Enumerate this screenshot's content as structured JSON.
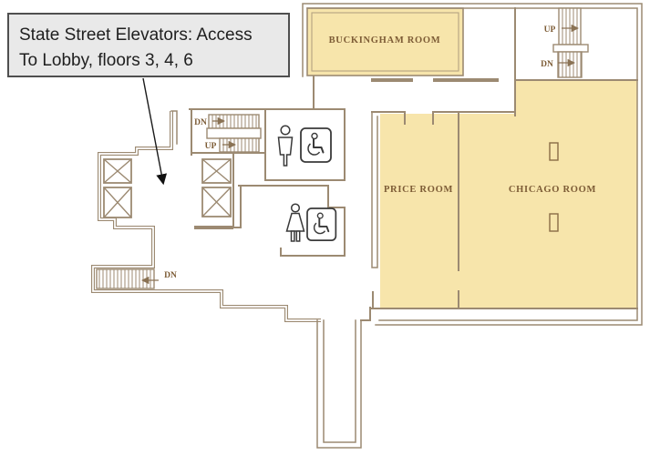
{
  "callout": {
    "line1": "State Street Elevators: Access",
    "line2": "To Lobby, floors 3, 4, 6"
  },
  "rooms": {
    "buckingham": {
      "label": "BUCKINGHAM ROOM"
    },
    "price": {
      "label": "PRICE ROOM"
    },
    "chicago": {
      "label": "CHICAGO ROOM"
    }
  },
  "stairs": {
    "top_right": {
      "up": "UP",
      "down": "DN"
    },
    "mid_left": {
      "down": "DN",
      "up": "UP"
    },
    "bottom_left": {
      "down": "DN"
    }
  },
  "icons": {
    "mens_restroom": "man-icon",
    "womens_restroom": "woman-icon",
    "accessible": "wheelchair-icon",
    "elevator": "elevator-shaft-x",
    "stairs": "stair-treads"
  },
  "colors": {
    "room_fill": "#f7e5ab",
    "wall": "#9c8a72",
    "room_label": "#7d5c36",
    "callout_bg": "#e9e9e9",
    "callout_border": "#4f4f4f",
    "callout_text": "#1f1f1f",
    "figure_icon": "#3a3a3a",
    "arrow": "#1a1a1a"
  }
}
